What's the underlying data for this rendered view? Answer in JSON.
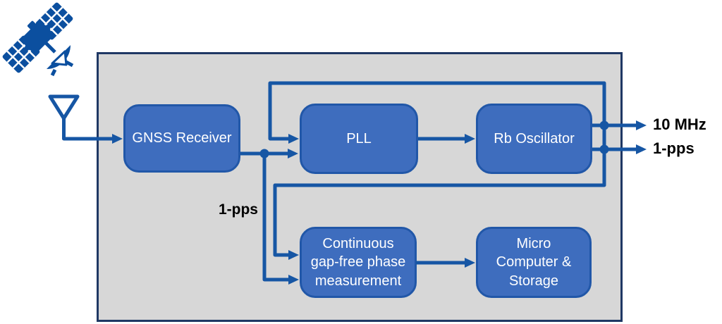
{
  "diagram": {
    "type": "block-diagram",
    "blocks": {
      "gnss": {
        "label": "GNSS Receiver"
      },
      "pll": {
        "label": "PLL"
      },
      "rb_oscillator": {
        "label": "Rb Oscillator"
      },
      "phase_measurement": {
        "lines": [
          "Continuous",
          "gap-free phase",
          "measurement"
        ]
      },
      "micro_computer": {
        "lines": [
          "Micro",
          "Computer &",
          "Storage"
        ]
      }
    },
    "signal_labels": {
      "internal_1pps": "1-pps",
      "output_10mhz": "10 MHz",
      "output_1pps": "1-pps"
    },
    "icons": {
      "satellite": "satellite-icon",
      "gnss_antenna": "antenna-icon"
    },
    "colors": {
      "block_fill": "#3E6DBE",
      "block_border": "#2157A8",
      "connector": "#1656A4",
      "outer_box_border": "#1F3864",
      "outer_box_fill": "#D7D7D7",
      "icon_blue": "#0B4F9F",
      "block_text": "#FFFFFF",
      "label_text": "#000000"
    }
  }
}
